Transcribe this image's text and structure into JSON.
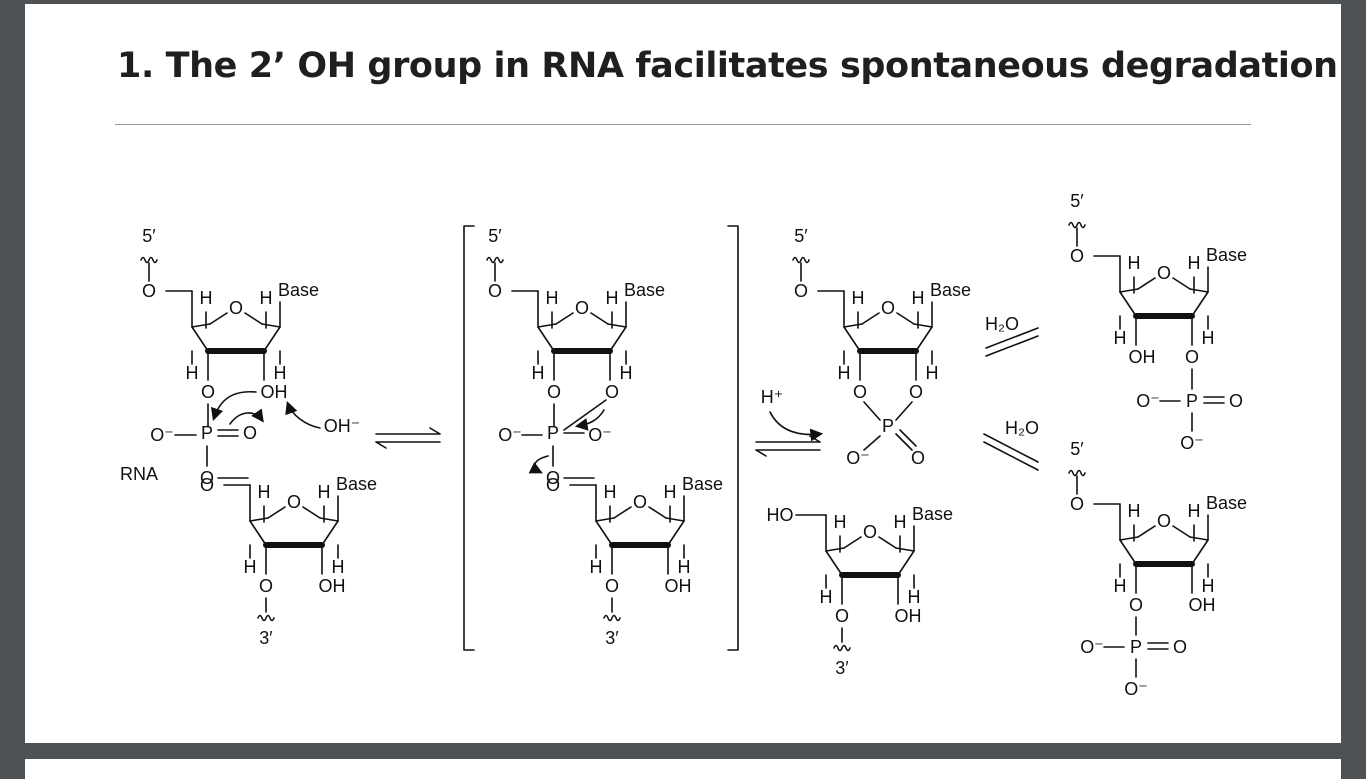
{
  "slide": {
    "title": "1. The 2’ OH group in RNA facilitates spontaneous degradation"
  },
  "labels": {
    "five_prime": "5′",
    "three_prime": "3′",
    "base": "Base",
    "h": "H",
    "o": "O",
    "oh": "OH",
    "ho": "HO",
    "p": "P",
    "o_minus": "O⁻",
    "hydroxide": "OH⁻",
    "proton": "H⁺",
    "water": "H₂O",
    "rna": "RNA"
  },
  "colors": {
    "background": "#4f5254",
    "slide": "#ffffff",
    "ink": "#111111",
    "rule": "#8c9aa6"
  }
}
